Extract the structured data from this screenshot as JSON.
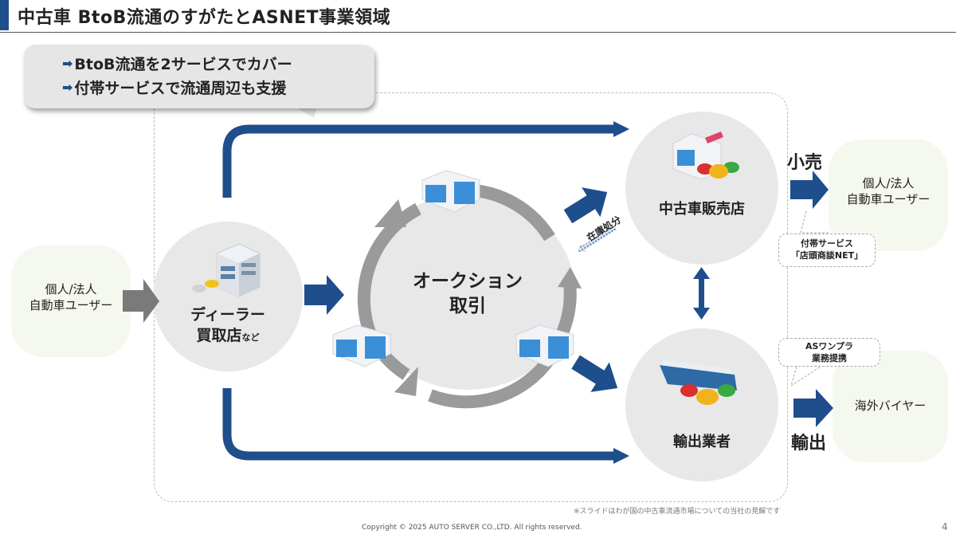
{
  "title": "中古車 BtoB流通のすがたとASNET事業領域",
  "callout": {
    "lines": [
      "BtoB流通を2サービスでカバー",
      "付帯サービスで流通周辺も支援"
    ],
    "bullet_icon": "right-arrow-icon"
  },
  "nodes": {
    "left_user": {
      "line1": "個人/法人",
      "line2": "自動車ユーザー"
    },
    "dealer": {
      "line1": "ディーラー",
      "line2": "買取店",
      "suffix": "など",
      "icon": "dealer-building-icon"
    },
    "auction": {
      "line1": "オークション",
      "line2": "取引",
      "icon": "auction-building-icon"
    },
    "used_car_dealer": {
      "label": "中古車販売店",
      "icon": "car-dealership-icon"
    },
    "exporter": {
      "label": "輸出業者",
      "icon": "ship-cars-icon"
    },
    "right_user": {
      "line1": "個人/法人",
      "line2": "自動車ユーザー"
    },
    "overseas_buyer": {
      "label": "海外バイヤー"
    }
  },
  "flow_labels": {
    "inventory_disposal": "在庫処分",
    "retail": "小売",
    "export": "輸出"
  },
  "notes": {
    "store_service": {
      "line1": "付帯サービス",
      "line2": "「店頭商談NET」"
    },
    "as_one_pla": {
      "line1": "ASワンプラ",
      "line2": "業務提携"
    }
  },
  "footer": {
    "disclaimer": "※スライドはわが国の中古車流通市場についての当社の見解です",
    "copyright": "Copyright © 2025 AUTO SERVER CO.,LTD.  All rights reserved.",
    "page_number": "4"
  },
  "colors": {
    "accent_blue": "#1f4e8c",
    "cycle_gray": "#9a9a9a",
    "circle_fill": "#e8e8e8",
    "blob_fill": "#f5f8ee"
  }
}
